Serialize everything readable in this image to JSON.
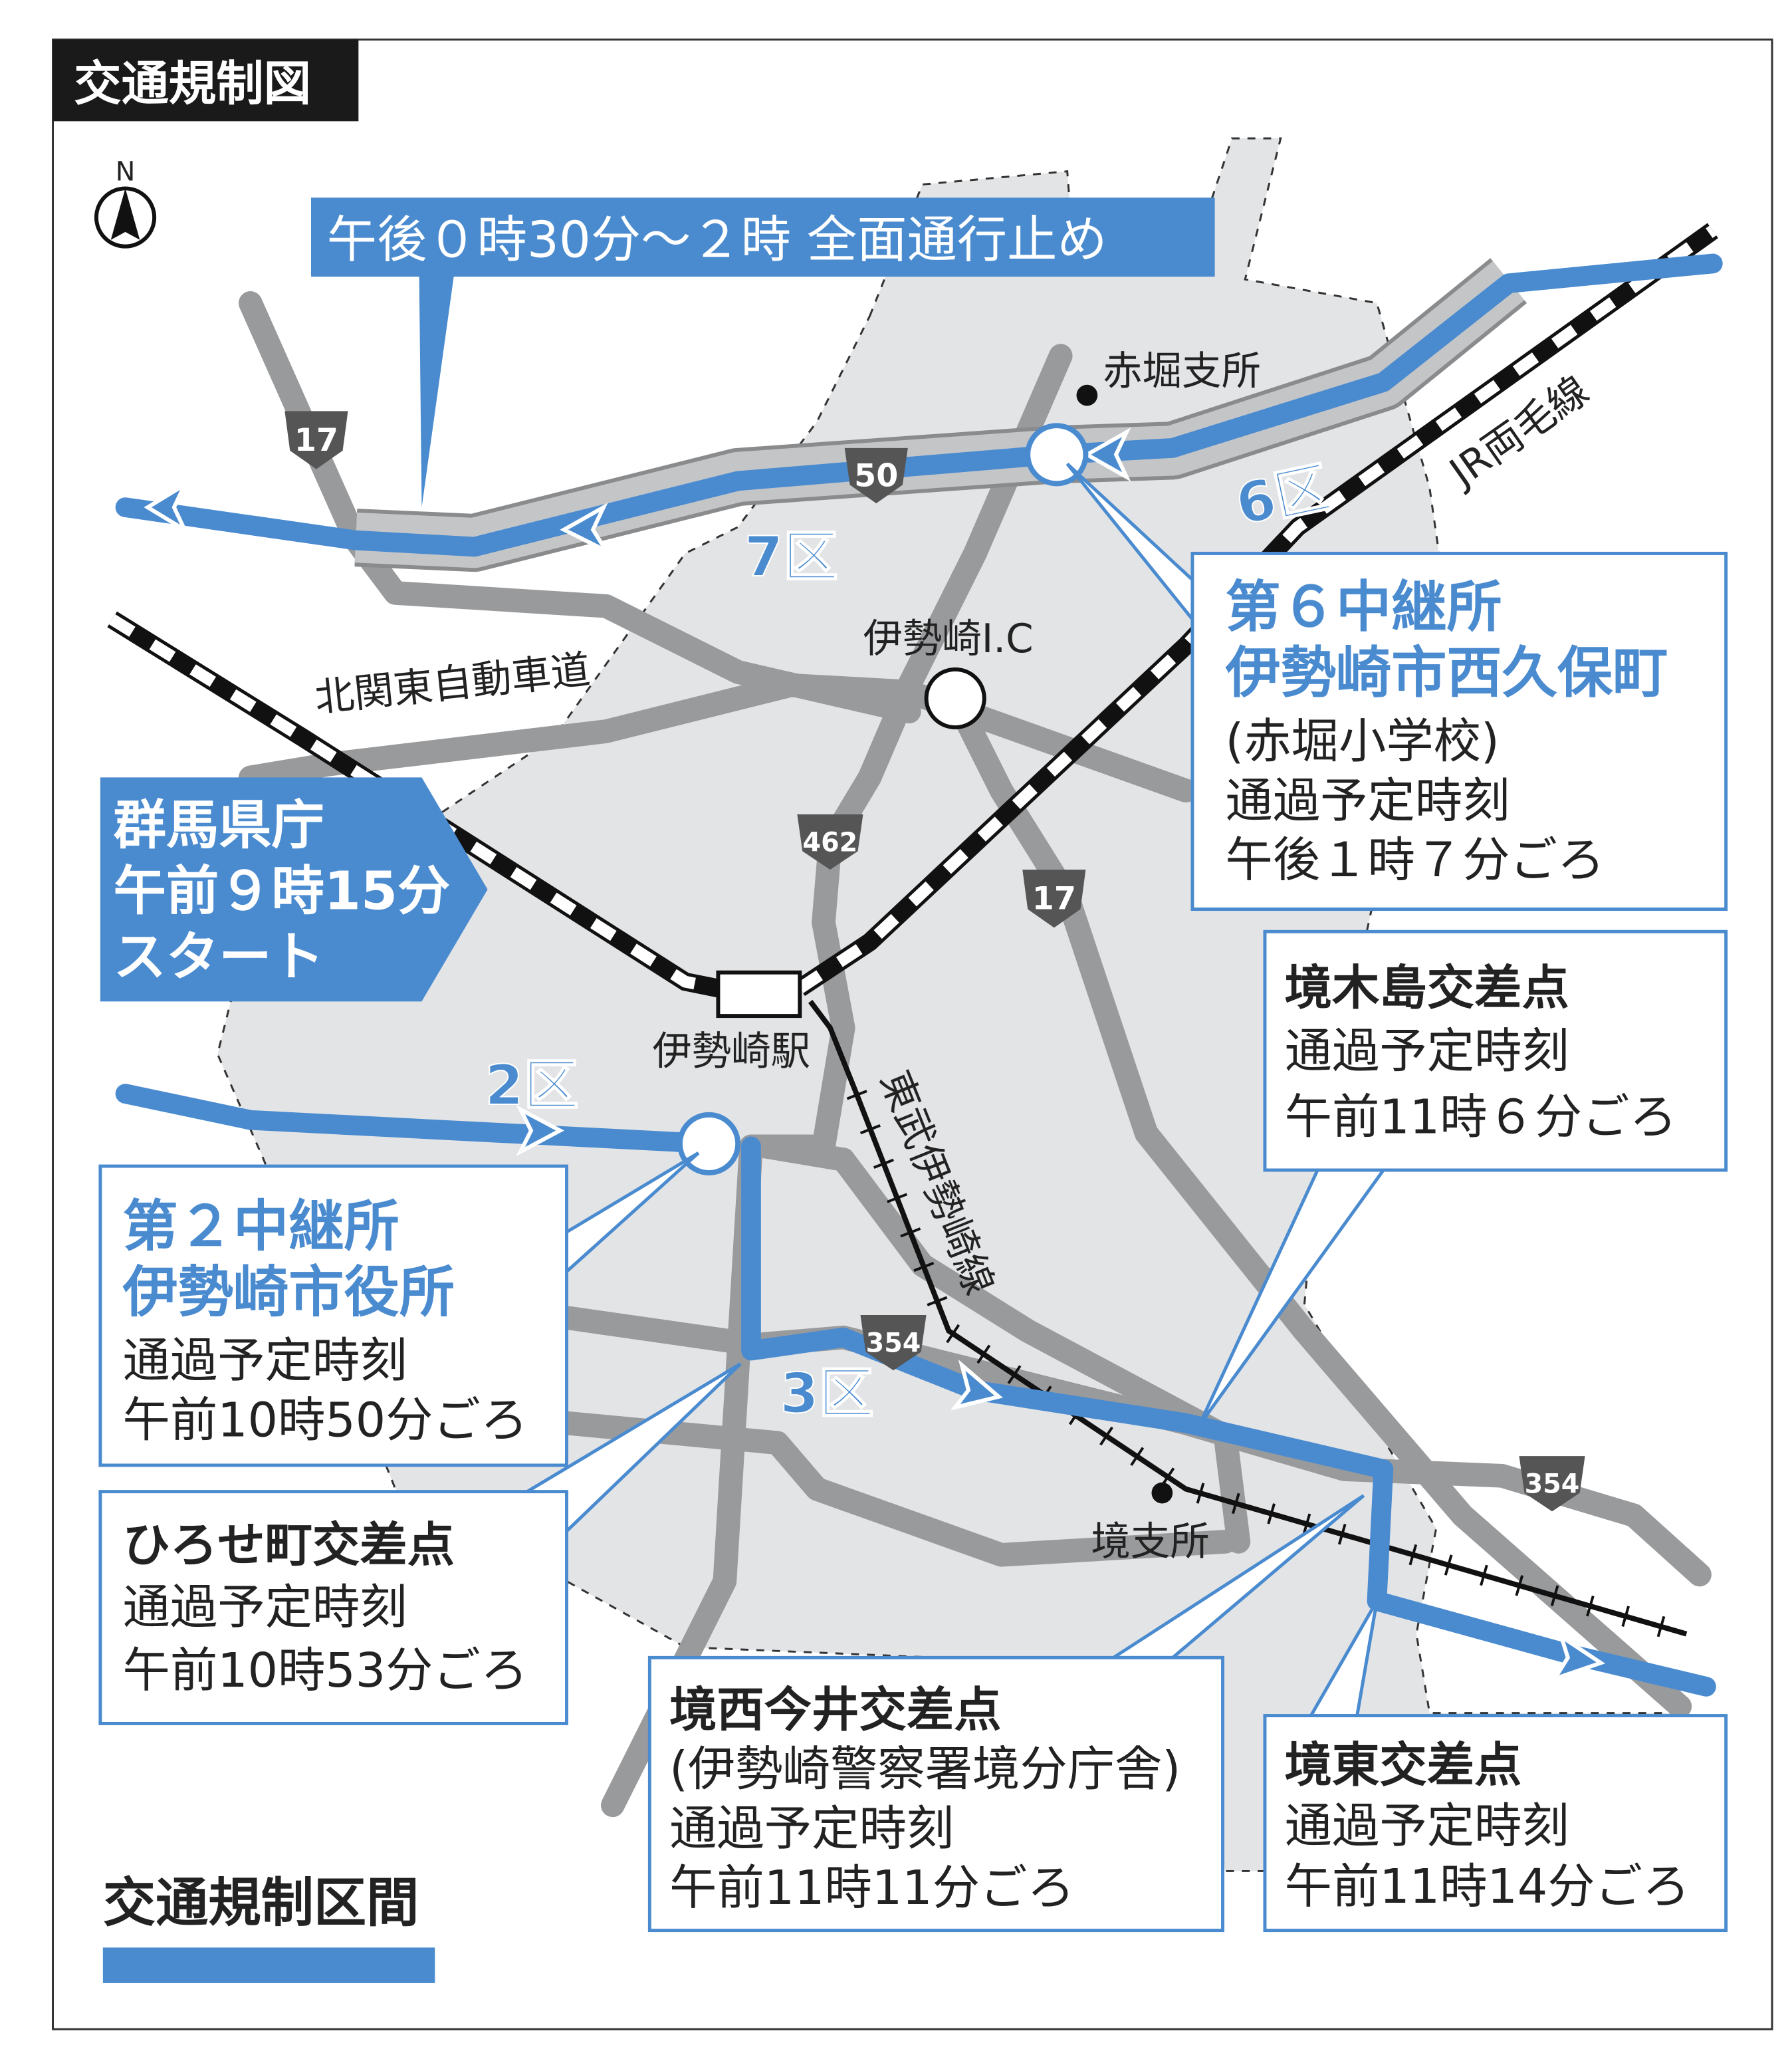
{
  "title": "交通規制図",
  "compass": "N",
  "banner": "午後０時30分～２時 全面通行止め",
  "start": {
    "lines": [
      "群馬県庁",
      "午前９時15分",
      "スタート"
    ]
  },
  "sections": {
    "s2": "2区",
    "s3": "3区",
    "s6": "6区",
    "s7": "7区"
  },
  "places": {
    "akabori": "赤堀支所",
    "jr": "JR両毛線",
    "ic": "伊勢崎I.C",
    "expressway": "北関東自動車道",
    "station": "伊勢崎駅",
    "tobu": "東武伊勢崎線",
    "sakai": "境支所"
  },
  "route_numbers": {
    "r17a": "17",
    "r17b": "17",
    "r50": "50",
    "r462": "462",
    "r354a": "354",
    "r354b": "354"
  },
  "callouts": {
    "relay6": {
      "title1": "第６中継所",
      "title2": "伊勢崎市西久保町",
      "sub": "(赤堀小学校)",
      "label": "通過予定時刻",
      "time": "午後１時７分ごろ"
    },
    "sakaikijima": {
      "title": "境木島交差点",
      "label": "通過予定時刻",
      "time": "午前11時６分ごろ"
    },
    "relay2": {
      "title1": "第２中継所",
      "title2": "伊勢崎市役所",
      "label": "通過予定時刻",
      "time": "午前10時50分ごろ"
    },
    "hirose": {
      "title": "ひろせ町交差点",
      "label": "通過予定時刻",
      "time": "午前10時53分ごろ"
    },
    "sakainishiimai": {
      "title": "境西今井交差点",
      "sub": "(伊勢崎警察署境分庁舎)",
      "label": "通過予定時刻",
      "time": "午前11時11分ごろ"
    },
    "sakaihigashi": {
      "title": "境東交差点",
      "label": "通過予定時刻",
      "time": "午前11時14分ごろ"
    }
  },
  "legend": {
    "label": "交通規制区間",
    "color": "#4a8bd0"
  }
}
